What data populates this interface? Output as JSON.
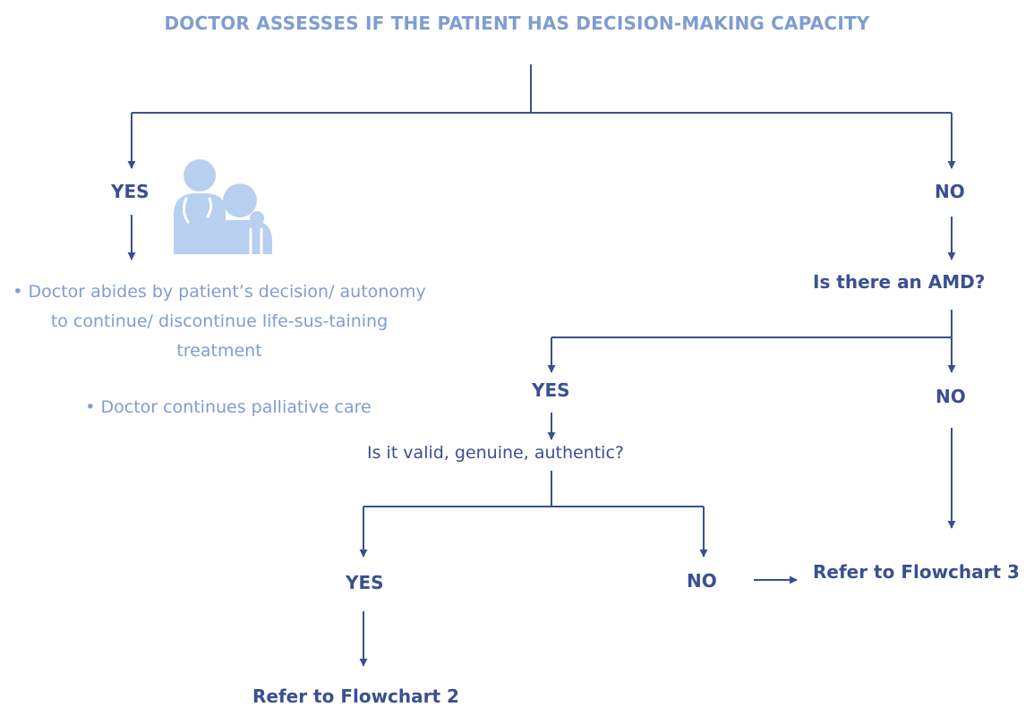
{
  "title": "DOCTOR ASSESSES IF THE PATIENT HAS DECISION-MAKING CAPACITY",
  "capacity": {
    "yes_label": "YES",
    "no_label": "NO"
  },
  "yes_branch": {
    "icon": "doctor-patient-icon",
    "bullet_1": "• Doctor abides by patient’s decision/ autonomy to continue/ discontinue life-sus-taining treatment",
    "bullet_2": "• Doctor continues palliative care"
  },
  "no_branch": {
    "question": "Is there an AMD?",
    "amd_yes_label": "YES",
    "amd_no_label": "NO",
    "validity_question": "Is it valid, genuine, authentic?",
    "valid_yes_label": "YES",
    "valid_no_label": "NO",
    "refer_2": "Refer to Flowchart 2",
    "refer_3": "Refer to Flowchart 3"
  },
  "colors": {
    "dark_blue": "#3a4f93",
    "light_blue": "#7f9dd2",
    "icon_blue": "#b7d0f0"
  }
}
